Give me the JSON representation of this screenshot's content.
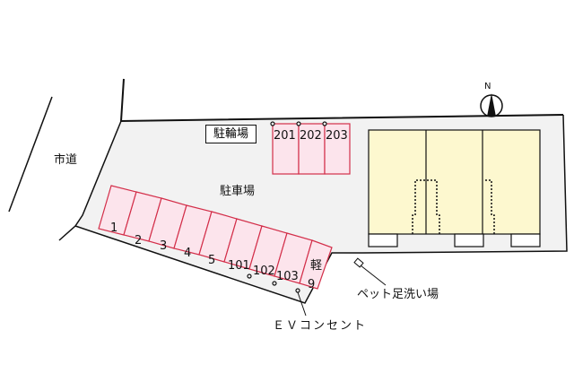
{
  "labels": {
    "road": "市道",
    "bicycle_parking": "駐輪場",
    "parking_lot": "駐車場",
    "pet_wash": "ペット足洗い場",
    "ev_outlet": "ＥＶコンセント",
    "compass": "N"
  },
  "bicycle_spaces": [
    "201",
    "202",
    "203"
  ],
  "car_spaces": [
    "1",
    "2",
    "3",
    "4",
    "5",
    "101",
    "102",
    "103"
  ],
  "kei_space": {
    "type": "軽",
    "number": "9"
  },
  "colors": {
    "lot_fill": "#f2f2f2",
    "space_fill": "#fce4ec",
    "space_stroke": "#d32f4a",
    "building_fill": "#fdf8cf",
    "outline": "#111111"
  }
}
